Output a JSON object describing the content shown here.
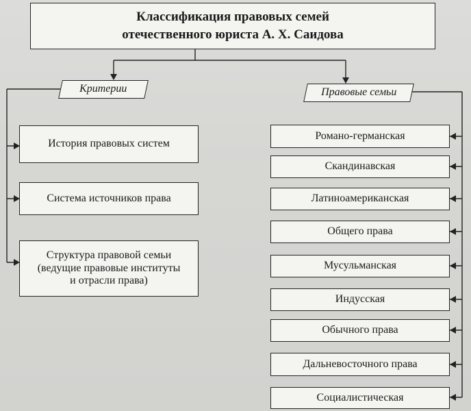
{
  "title": {
    "line1": "Классификация правовых семей",
    "line2": "отечественного юриста А. Х. Саидова"
  },
  "criteria_header": "Критерии",
  "families_header": "Правовые семьи",
  "criteria": [
    {
      "lines": [
        "История правовых систем"
      ]
    },
    {
      "lines": [
        "Система источников права"
      ]
    },
    {
      "lines": [
        "Структура правовой семьи",
        "(ведущие правовые институты",
        "и отрасли права)"
      ]
    }
  ],
  "families": [
    "Романо-германская",
    "Скандинавская",
    "Латиноамериканская",
    "Общего права",
    "Мусульманская",
    "Индусская",
    "Обычного права",
    "Дальневосточного права",
    "Социалистическая"
  ]
}
